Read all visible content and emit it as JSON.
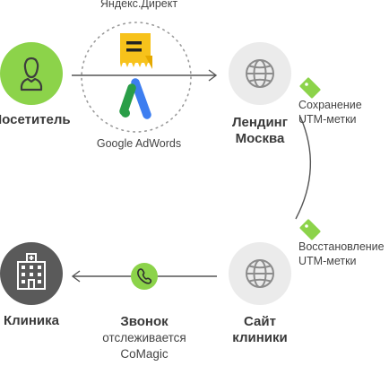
{
  "nodes": {
    "visitor": {
      "label": "Посетитель"
    },
    "landing": {
      "label_line1": "Лендинг",
      "label_line2": "Москва"
    },
    "site": {
      "label_line1": "Сайт",
      "label_line2": "клиники"
    },
    "clinic": {
      "label": "Клиника"
    }
  },
  "ads": {
    "yandex": {
      "label": "Яндекс.Директ",
      "icon": "yandex-direct-icon"
    },
    "google": {
      "label": "Google AdWords",
      "icon": "google-adwords-icon"
    }
  },
  "tags": {
    "save": {
      "line1": "Сохранение",
      "line2": "UTM-метки"
    },
    "restore": {
      "line1": "Восстановление",
      "line2": "UTM-метки"
    }
  },
  "call": {
    "line1": "Звонок",
    "line2": "отслеживается",
    "line3": "CoMagic",
    "icon": "phone-icon"
  },
  "colors": {
    "accent_green": "#8cd34a",
    "node_gray": "#ebebeb",
    "icon_gray": "#8c8c8c",
    "clinic_dark": "#5a5a5a",
    "line": "#555555",
    "dots": "#9a9a9a",
    "yandex_yellow": "#f7c21b",
    "google_blue": "#3d7ef0",
    "google_green": "#2a9e48"
  }
}
